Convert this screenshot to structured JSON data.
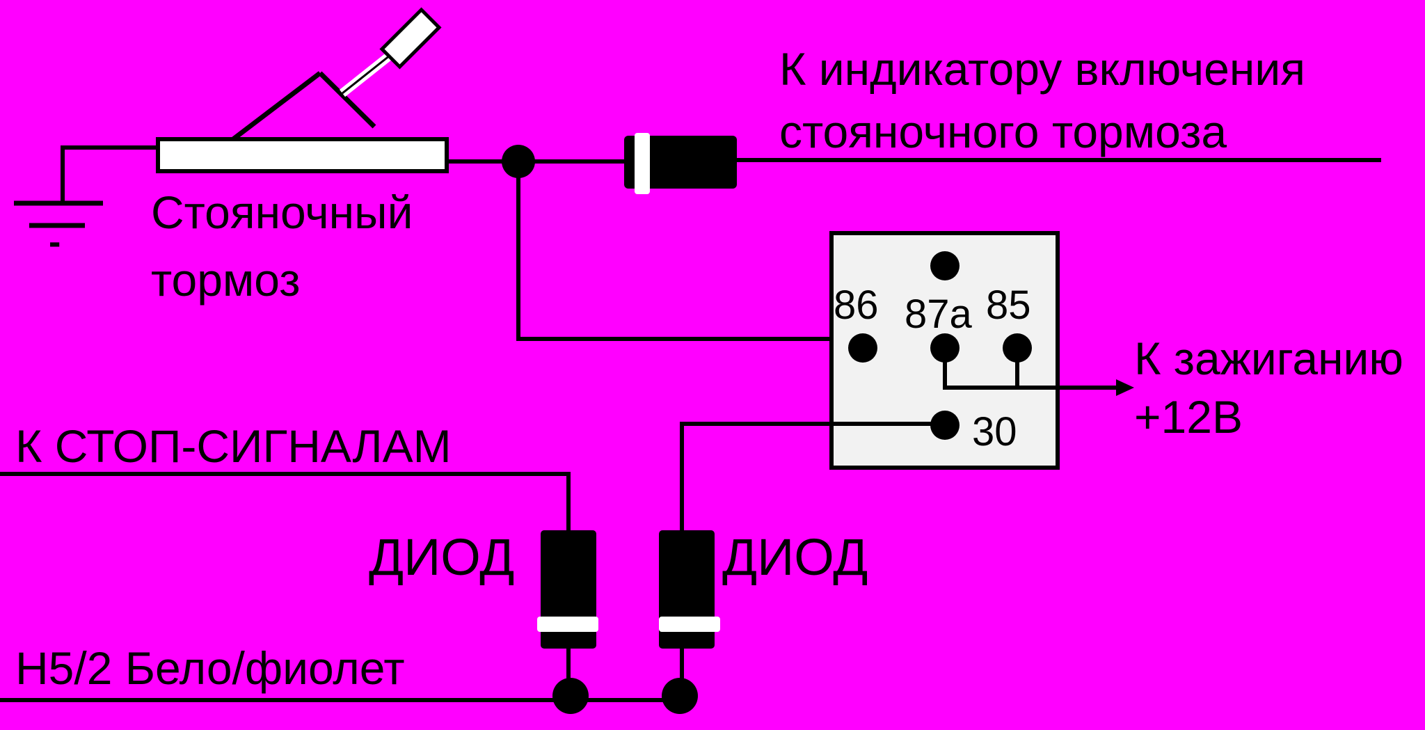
{
  "diagram": {
    "background_color": "#FF00FF",
    "line_color": "#000000",
    "relay_fill": "#F2F2F2",
    "handbrake_switch": {
      "label_line1": "Стояночный",
      "label_line2": "тормоз",
      "ground_sign": "-"
    },
    "indicator": {
      "label_line1": "К индикатору включения",
      "label_line2": "стояночного тормоза"
    },
    "relay": {
      "pin_86": "86",
      "pin_87a": "87a",
      "pin_85": "85",
      "pin_30": "30"
    },
    "ignition": {
      "label_line1": "К зажиганию",
      "label_line2": "+12В"
    },
    "stop_signals": {
      "label": "К СТОП-СИГНАЛАМ"
    },
    "diode_left": {
      "label": "ДИОД"
    },
    "diode_right": {
      "label": "ДИОД"
    },
    "wire_h5": {
      "label": "H5/2 Бело/фиолет"
    }
  }
}
